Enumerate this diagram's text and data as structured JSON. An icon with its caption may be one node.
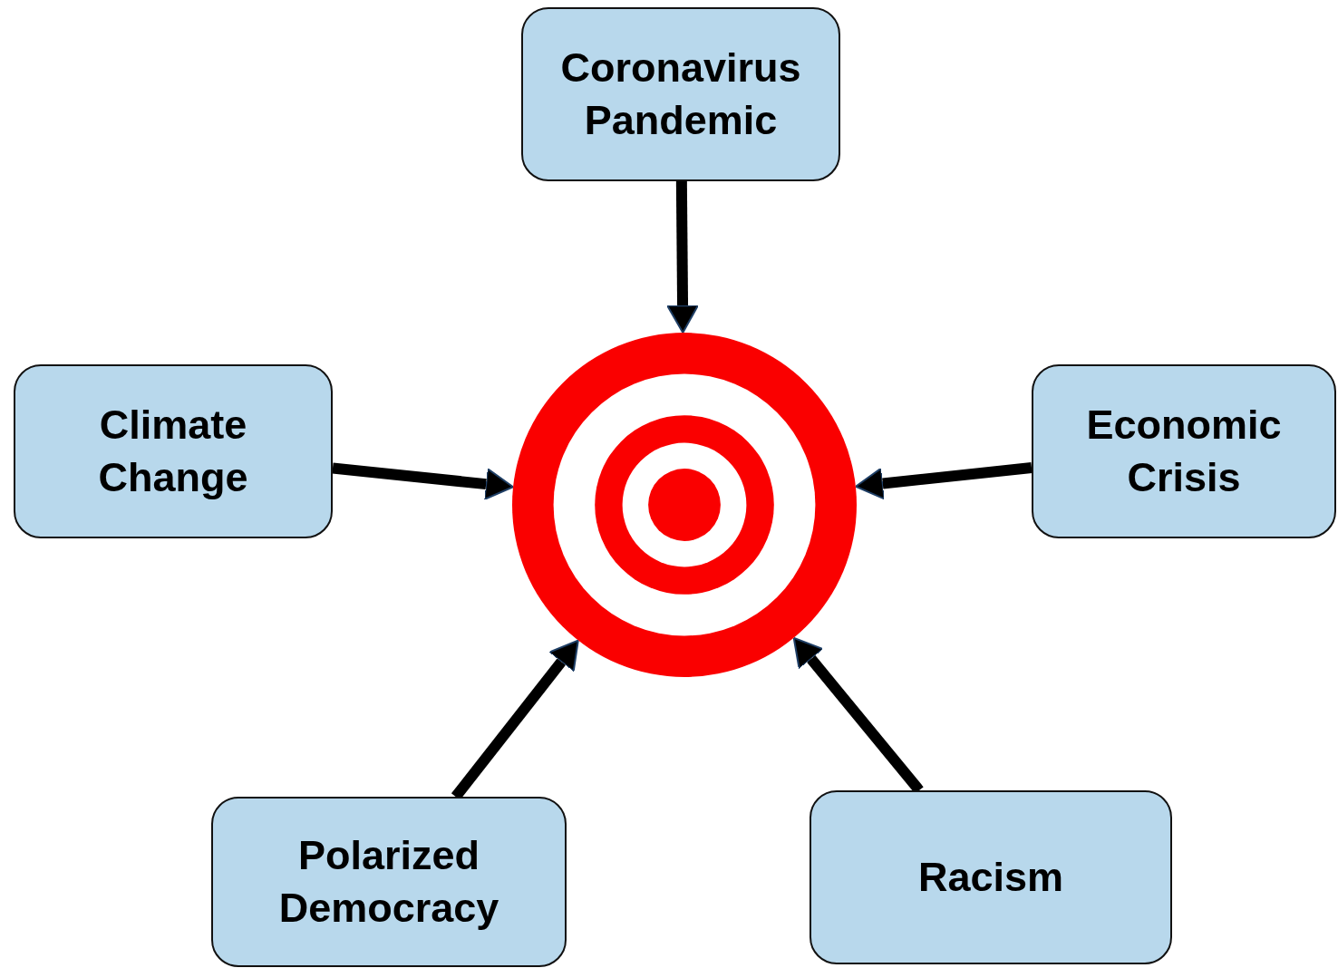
{
  "diagram": {
    "nodes": [
      {
        "text": [
          "Coronavirus Pandemic"
        ]
      },
      {
        "text": [
          "Climate Change"
        ]
      },
      {
        "text": [],
        "shape": "picture"
      },
      {
        "text": [
          "Economic Crisis"
        ]
      },
      {
        "text": [
          "Polarized Democracy"
        ]
      },
      {
        "text": [
          "Racism"
        ]
      }
    ],
    "edges": [
      {
        "from": 0,
        "to": 2,
        "arrow": "to"
      },
      {
        "from": 1,
        "to": 2,
        "arrow": "to"
      },
      {
        "from": 3,
        "to": 2,
        "arrow": "to"
      },
      {
        "from": 4,
        "to": 2,
        "arrow": "to"
      },
      {
        "from": 5,
        "to": 2,
        "arrow": "to"
      }
    ]
  }
}
